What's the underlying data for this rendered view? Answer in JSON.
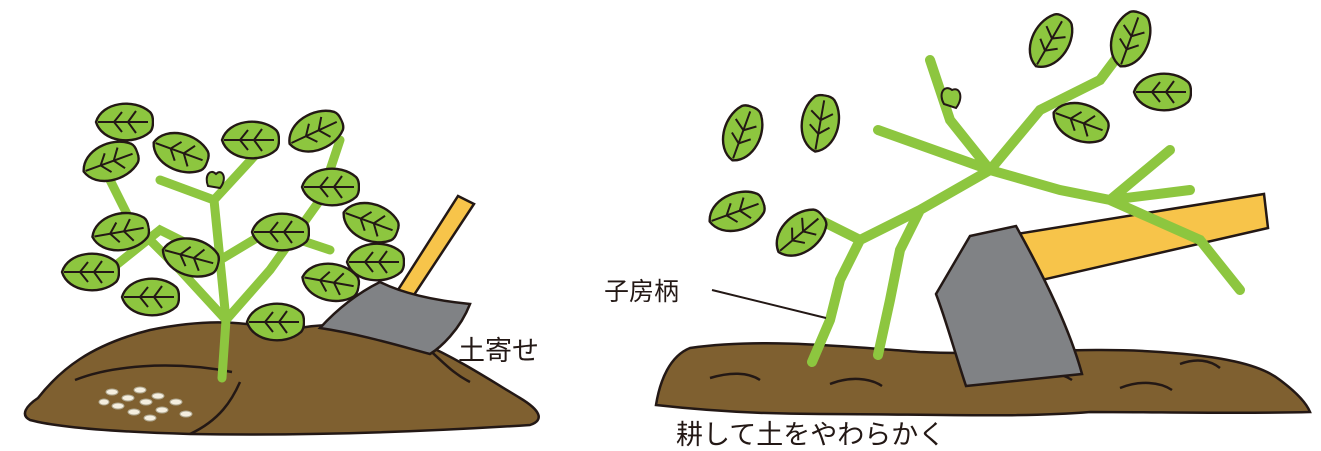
{
  "labels": {
    "tsuchiyose": "土寄せ",
    "shiboheui": "子房柄",
    "caption": "耕して土をやわらかく"
  },
  "colors": {
    "leaf": "#8dc63f",
    "stem": "#8dc63f",
    "soil": "#7f6030",
    "outline": "#231815",
    "blade": "#808285",
    "handle": "#f7c44a",
    "fertilizer": "#f5efe0"
  },
  "icons": [
    "peanut-plant-icon",
    "shovel-icon",
    "hoe-icon",
    "soil-mound-icon",
    "fertilizer-granules-icon"
  ]
}
